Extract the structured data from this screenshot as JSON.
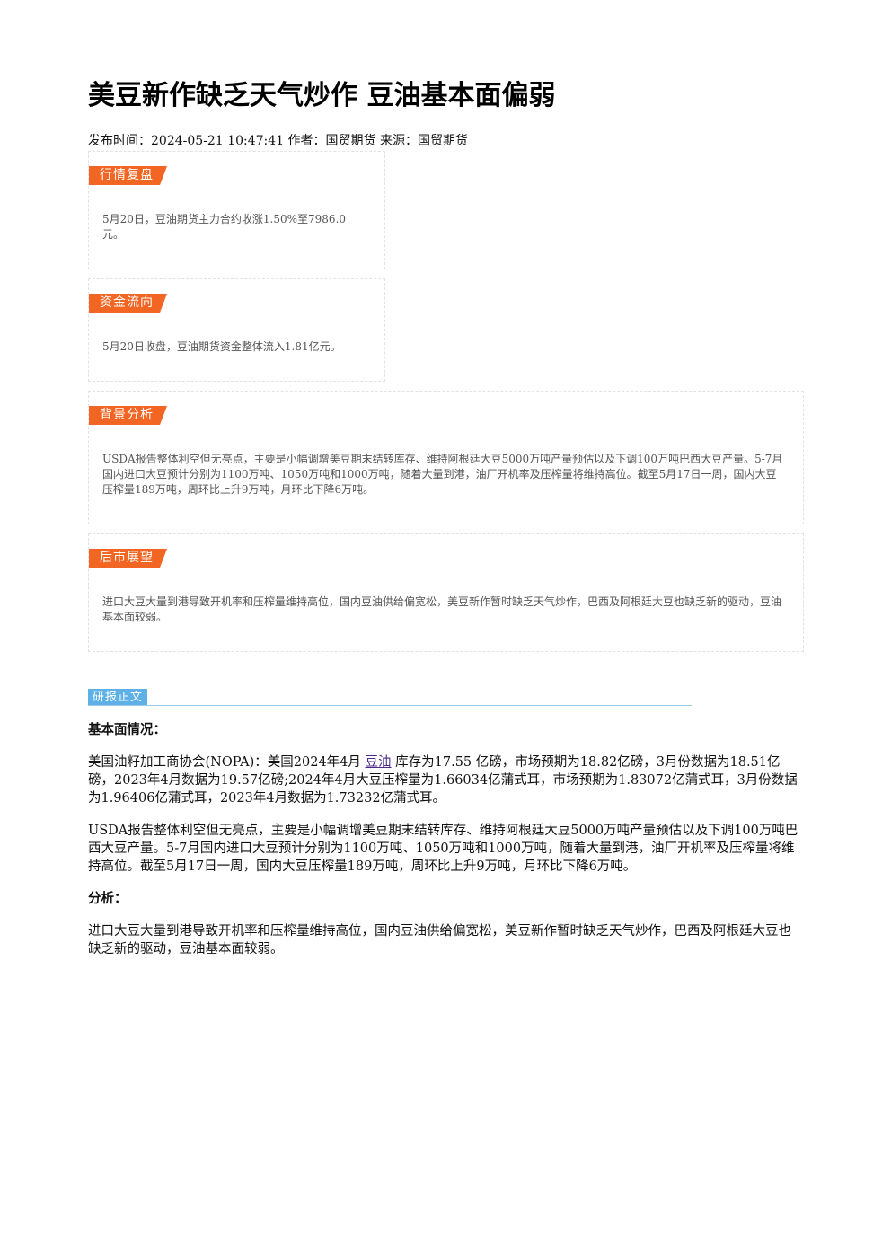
{
  "article": {
    "title": "美豆新作缺乏天气炒作 豆油基本面偏弱",
    "meta": "发布时间：2024-05-21 10:47:41 作者：国贸期货 来源：国贸期货"
  },
  "summary": {
    "market_review": {
      "tag": "行情复盘",
      "text": "5月20日，豆油期货主力合约收涨1.50%至7986.0元。"
    },
    "fund_flow": {
      "tag": "资金流向",
      "text": "5月20日收盘，豆油期货资金整体流入1.81亿元。"
    },
    "background": {
      "tag": "背景分析",
      "text": "USDA报告整体利空但无亮点，主要是小幅调增美豆期末结转库存、维持阿根廷大豆5000万吨产量预估以及下调100万吨巴西大豆产量。5-7月国内进口大豆预计分别为1100万吨、1050万吨和1000万吨，随着大量到港，油厂开机率及压榨量将维持高位。截至5月17日一周，国内大豆压榨量189万吨，周环比上升9万吨，月环比下降6万吨。"
    },
    "outlook": {
      "tag": "后市展望",
      "text": "进口大豆大量到港导致开机率和压榨量维持高位，国内豆油供给偏宽松，美豆新作暂时缺乏天气炒作，巴西及阿根廷大豆也缺乏新的驱动，豆油基本面较弱。"
    }
  },
  "report": {
    "tag": "研报正文",
    "fundamentals_heading": "基本面情况：",
    "para1_before": "美国油籽加工商协会(NOPA)：美国2024年4月 ",
    "para1_link": "豆油",
    "para1_after": " 库存为17.55 亿磅，市场预期为18.82亿磅，3月份数据为18.51亿磅，2023年4月数据为19.57亿磅;2024年4月大豆压榨量为1.66034亿蒲式耳，市场预期为1.83072亿蒲式耳，3月份数据为1.96406亿蒲式耳，2023年4月数据为1.73232亿蒲式耳。",
    "para2": "USDA报告整体利空但无亮点，主要是小幅调增美豆期末结转库存、维持阿根廷大豆5000万吨产量预估以及下调100万吨巴西大豆产量。5-7月国内进口大豆预计分别为1100万吨、1050万吨和1000万吨，随着大量到港，油厂开机率及压榨量将维持高位。截至5月17日一周，国内大豆压榨量189万吨，周环比上升9万吨，月环比下降6万吨。",
    "analysis_heading": "分析：",
    "para3": "进口大豆大量到港导致开机率和压榨量维持高位，国内豆油供给偏宽松，美豆新作暂时缺乏天气炒作，巴西及阿根廷大豆也缺乏新的驱动，豆油基本面较弱。"
  },
  "colors": {
    "tag_orange": "#f26522",
    "report_tag_blue": "#5db1e6",
    "link_purple": "#4b2a8a"
  }
}
